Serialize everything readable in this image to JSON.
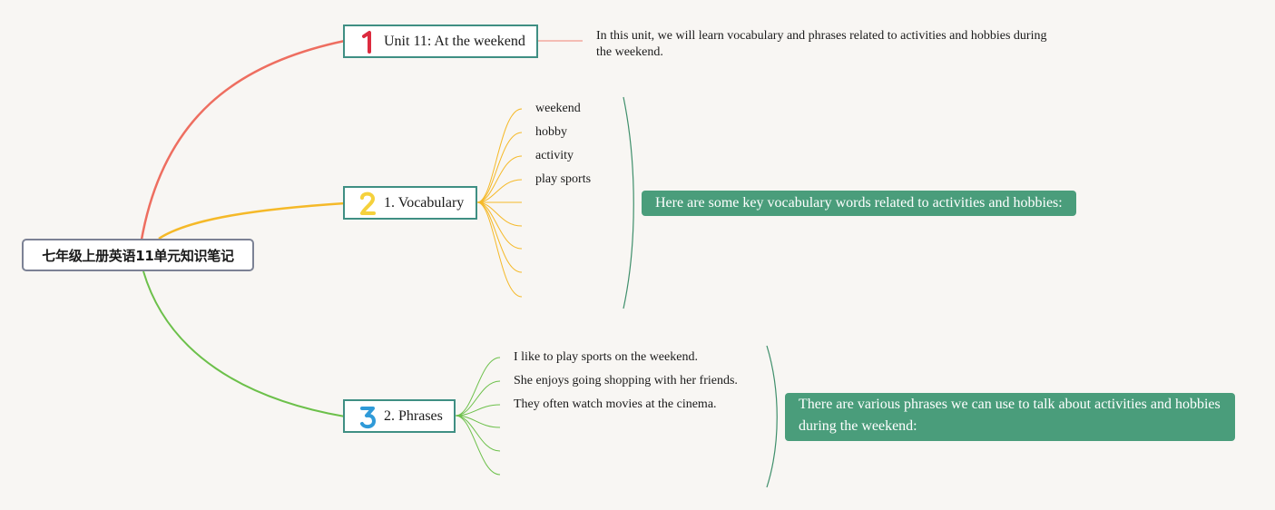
{
  "root": {
    "label": "七年级上册英语11单元知识笔记"
  },
  "topics": [
    {
      "number": "1",
      "label": "Unit 11: At the weekend",
      "description": "In this unit, we will learn vocabulary and phrases related to activities and hobbies during the weekend."
    },
    {
      "number": "2",
      "label": "1. Vocabulary",
      "items": [
        "weekend",
        "hobby",
        "activity",
        "play sports",
        "",
        "",
        "",
        "",
        ""
      ],
      "summary": "Here are some key vocabulary words related to activities and hobbies:"
    },
    {
      "number": "3",
      "label": "2. Phrases",
      "items": [
        "I like to play sports on the weekend.",
        "She enjoys going shopping with her friends.",
        "They often watch movies at the cinema.",
        "",
        "",
        ""
      ],
      "summary": "There are various phrases we can use to talk about activities and hobbies during the weekend:"
    }
  ],
  "colors": {
    "branch1": "#ee6e60",
    "branch2": "#f5b928",
    "branch3": "#6cc04a",
    "bracket": "#3f8f6b",
    "summary_bg": "#4a9d7b",
    "number1": "#dc2b3f",
    "number2": "#f5d13c",
    "number3": "#2f9ad8"
  }
}
